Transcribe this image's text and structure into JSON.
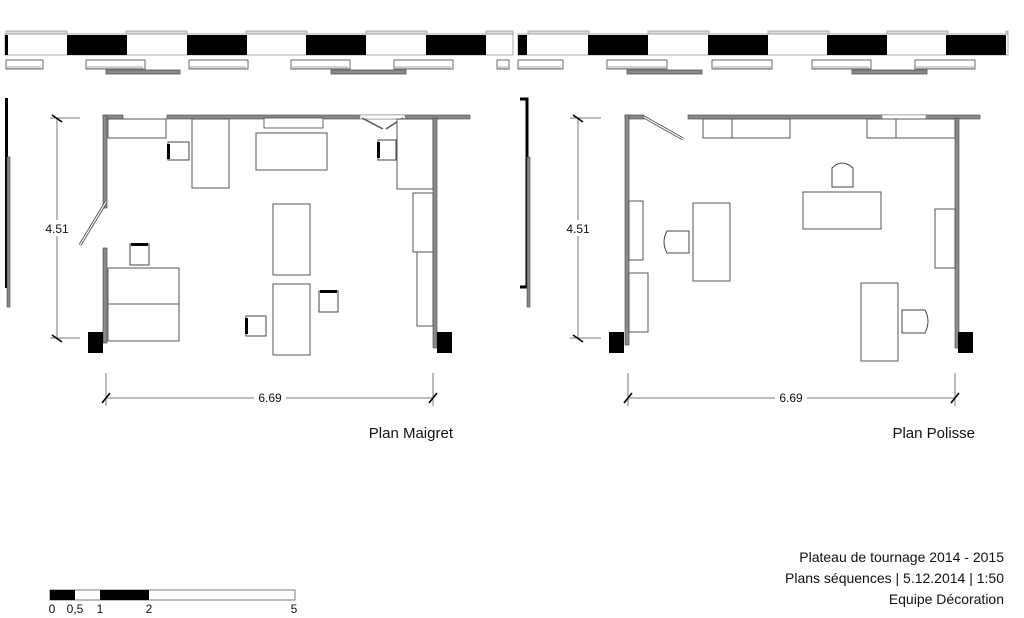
{
  "plans": [
    {
      "title": "Plan Maigret",
      "height_dim": "4.51",
      "width_dim": "6.69"
    },
    {
      "title": "Plan Polisse",
      "height_dim": "4.51",
      "width_dim": "6.69"
    }
  ],
  "title_block": {
    "line1": "Plateau de tournage 2014 - 2015",
    "line2": "Plans séquences | 5.12.2014 | 1:50",
    "line3": "Equipe Décoration"
  },
  "scale_bar": {
    "labels": [
      "0",
      "0,5",
      "1",
      "2",
      "5"
    ],
    "unit": "m"
  },
  "colors": {
    "wall": "#8a8a8a",
    "column": "#000000",
    "line": "#555555"
  }
}
